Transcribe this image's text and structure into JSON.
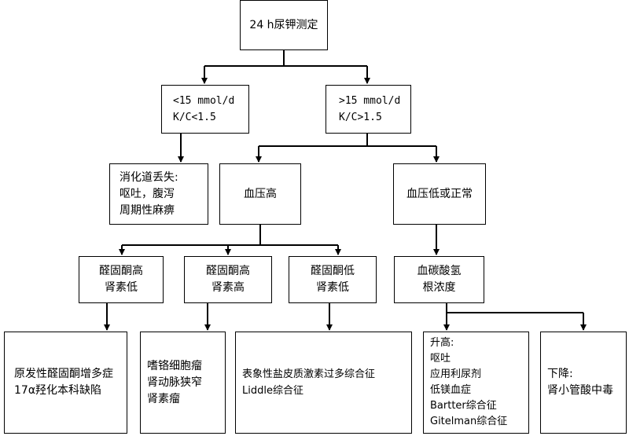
{
  "nodes": {
    "root": [
      "24 h尿钾测定"
    ],
    "low_k": [
      "<15 mmol/d",
      "K/C<1.5"
    ],
    "high_k": [
      ">15 mmol/d",
      "K/C>1.5"
    ],
    "gi_loss": [
      "消化道丢失:",
      "呕吐，腹泻",
      "周期性麻痹"
    ],
    "bp_high": [
      "血压高"
    ],
    "bp_low": [
      "血压低或正常"
    ],
    "ald_high_renin_low": [
      "醛固酮高",
      "肾素低"
    ],
    "ald_high_renin_high": [
      "醛固酮高",
      "肾素高"
    ],
    "ald_low_renin_low": [
      "醛固酮低",
      "肾素低"
    ],
    "bicarb": [
      "血碳酸氢",
      "根浓度"
    ],
    "primary": [
      "原发性醛固酮增多症",
      "17α羟化本科缺陷"
    ],
    "pheo": [
      "嗜铬细胞瘤",
      "肾动脉狭窄",
      "肾素瘤"
    ],
    "liddle": [
      "表象性盐皮质激素过多综合征",
      "Liddle综合征"
    ],
    "rise": [
      "升高:",
      "呕吐",
      "应用利尿剂",
      "低镁血症",
      "Bartter综合征",
      "Gitelman综合征"
    ],
    "fall": [
      "下降:",
      "肾小管酸中毒"
    ]
  }
}
